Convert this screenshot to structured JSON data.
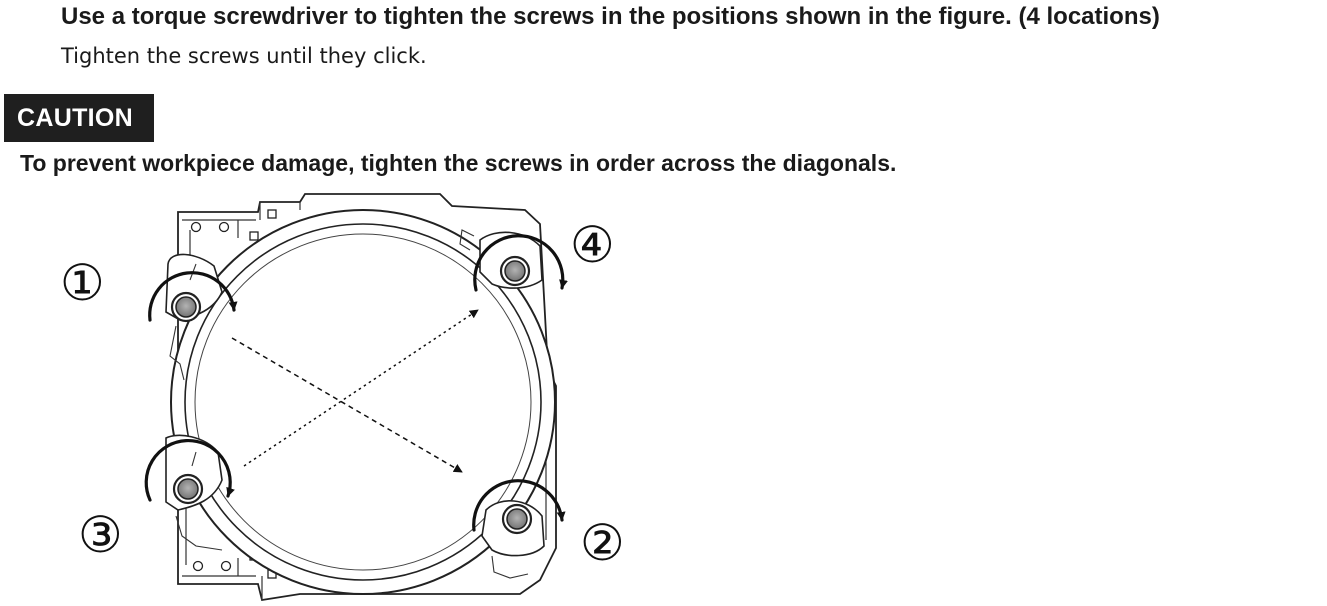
{
  "step": {
    "title": "Use a torque screwdriver to tighten the screws in the positions shown in the figure. (4 locations)",
    "note": "Tighten the screws until they click."
  },
  "caution": {
    "label": "CAUTION",
    "text": "To prevent workpiece damage, tighten the screws in order across the diagonals."
  },
  "figure": {
    "screw_labels": {
      "screw_1": "①",
      "screw_2": "②",
      "screw_3": "③",
      "screw_4": "④"
    }
  }
}
